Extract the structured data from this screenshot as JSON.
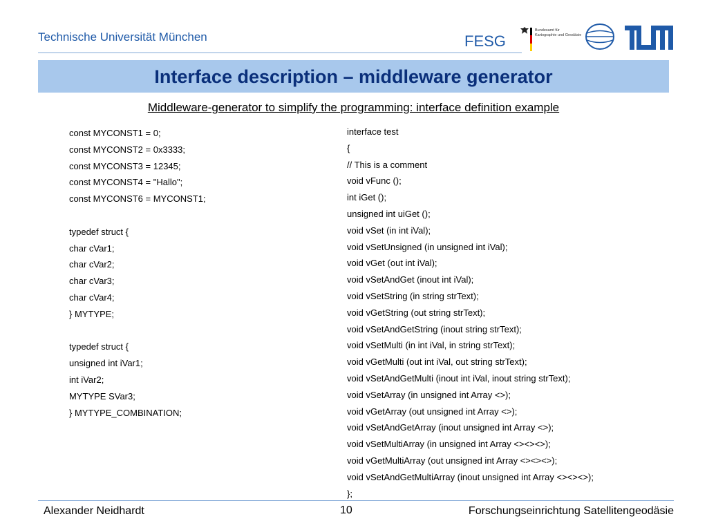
{
  "header": {
    "university": "Technische Universität München",
    "group_logo_text": "FESG",
    "bkg_logo_text": [
      "Bundesamt für",
      "Kartographie und Geodäsie"
    ],
    "colors": {
      "accent": "#1f5aa8",
      "title_bar": "#a8c8ec",
      "title_text": "#0a2f7a"
    },
    "icons": [
      "bkg-eagle-icon",
      "globe-logo-icon",
      "tum-logo-icon"
    ]
  },
  "slide": {
    "title": "Interface description – middleware generator",
    "subtitle": "Middleware-generator to simplify the programming: interface definition example"
  },
  "left_code": [
    "const MYCONST1 = 0;",
    "const MYCONST2 = 0x3333;",
    "const MYCONST3 = 12345;",
    "const MYCONST4 = \"Hallo\";",
    "const MYCONST6 = MYCONST1;",
    "",
    "typedef struct {",
    "char cVar1;",
    "char cVar2;",
    "char cVar3;",
    "char cVar4;",
    "} MYTYPE;",
    "",
    "typedef struct {",
    "unsigned int iVar1;",
    "int iVar2;",
    "MYTYPE SVar3;",
    "} MYTYPE_COMBINATION;"
  ],
  "right_code": [
    "interface test",
    "{",
    "// This is a comment",
    "void vFunc ();",
    "int iGet ();",
    "unsigned int uiGet ();",
    "void vSet (in int iVal);",
    "void vSetUnsigned (in unsigned int iVal);",
    "void vGet (out int iVal);",
    "void vSetAndGet (inout int iVal);",
    "void vSetString (in string strText);",
    "void vGetString (out string strText);",
    "void vSetAndGetString (inout string strText);",
    "void vSetMulti (in int iVal, in string strText);",
    "void vGetMulti (out int iVal, out string strText);",
    "void vSetAndGetMulti (inout int iVal, inout string strText);",
    "void vSetArray (in unsigned int Array <>);",
    "void vGetArray (out unsigned int Array <>);",
    "void vSetAndGetArray (inout unsigned int Array <>);",
    "void vSetMultiArray (in unsigned int Array <><><>);",
    "void vGetMultiArray (out unsigned int Array <><><>);",
    "void vSetAndGetMultiArray (inout unsigned int Array <><><>);",
    "};"
  ],
  "footer": {
    "author": "Alexander Neidhardt",
    "page_number": "10",
    "institution": "Forschungseinrichtung Satellitengeodäsie"
  }
}
